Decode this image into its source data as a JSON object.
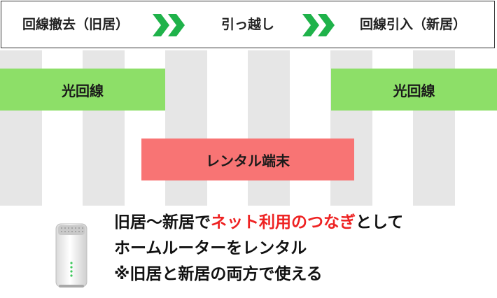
{
  "timeline": {
    "steps": [
      "回線撤去（旧居）",
      "引っ越し",
      "回線引入（新居）"
    ],
    "arrow_color": "#1fb24a",
    "arrow_icon": "double-chevron-right"
  },
  "bars": {
    "fiber_left": "光回線",
    "fiber_right": "光回線",
    "rental_device": "レンタル端末",
    "fiber_color": "#8ddf68",
    "rental_color": "#f87474",
    "stripe_color": "#e6e6e6"
  },
  "caption": {
    "line1_a": "旧居〜新居で",
    "line1_highlight": "ネット利用のつなぎ",
    "line1_b": "として",
    "line2": "ホームルーターをレンタル",
    "line3": "※旧居と新居の両方で使える",
    "highlight_color": "#ee2222"
  },
  "router_icon": "home-router-icon"
}
